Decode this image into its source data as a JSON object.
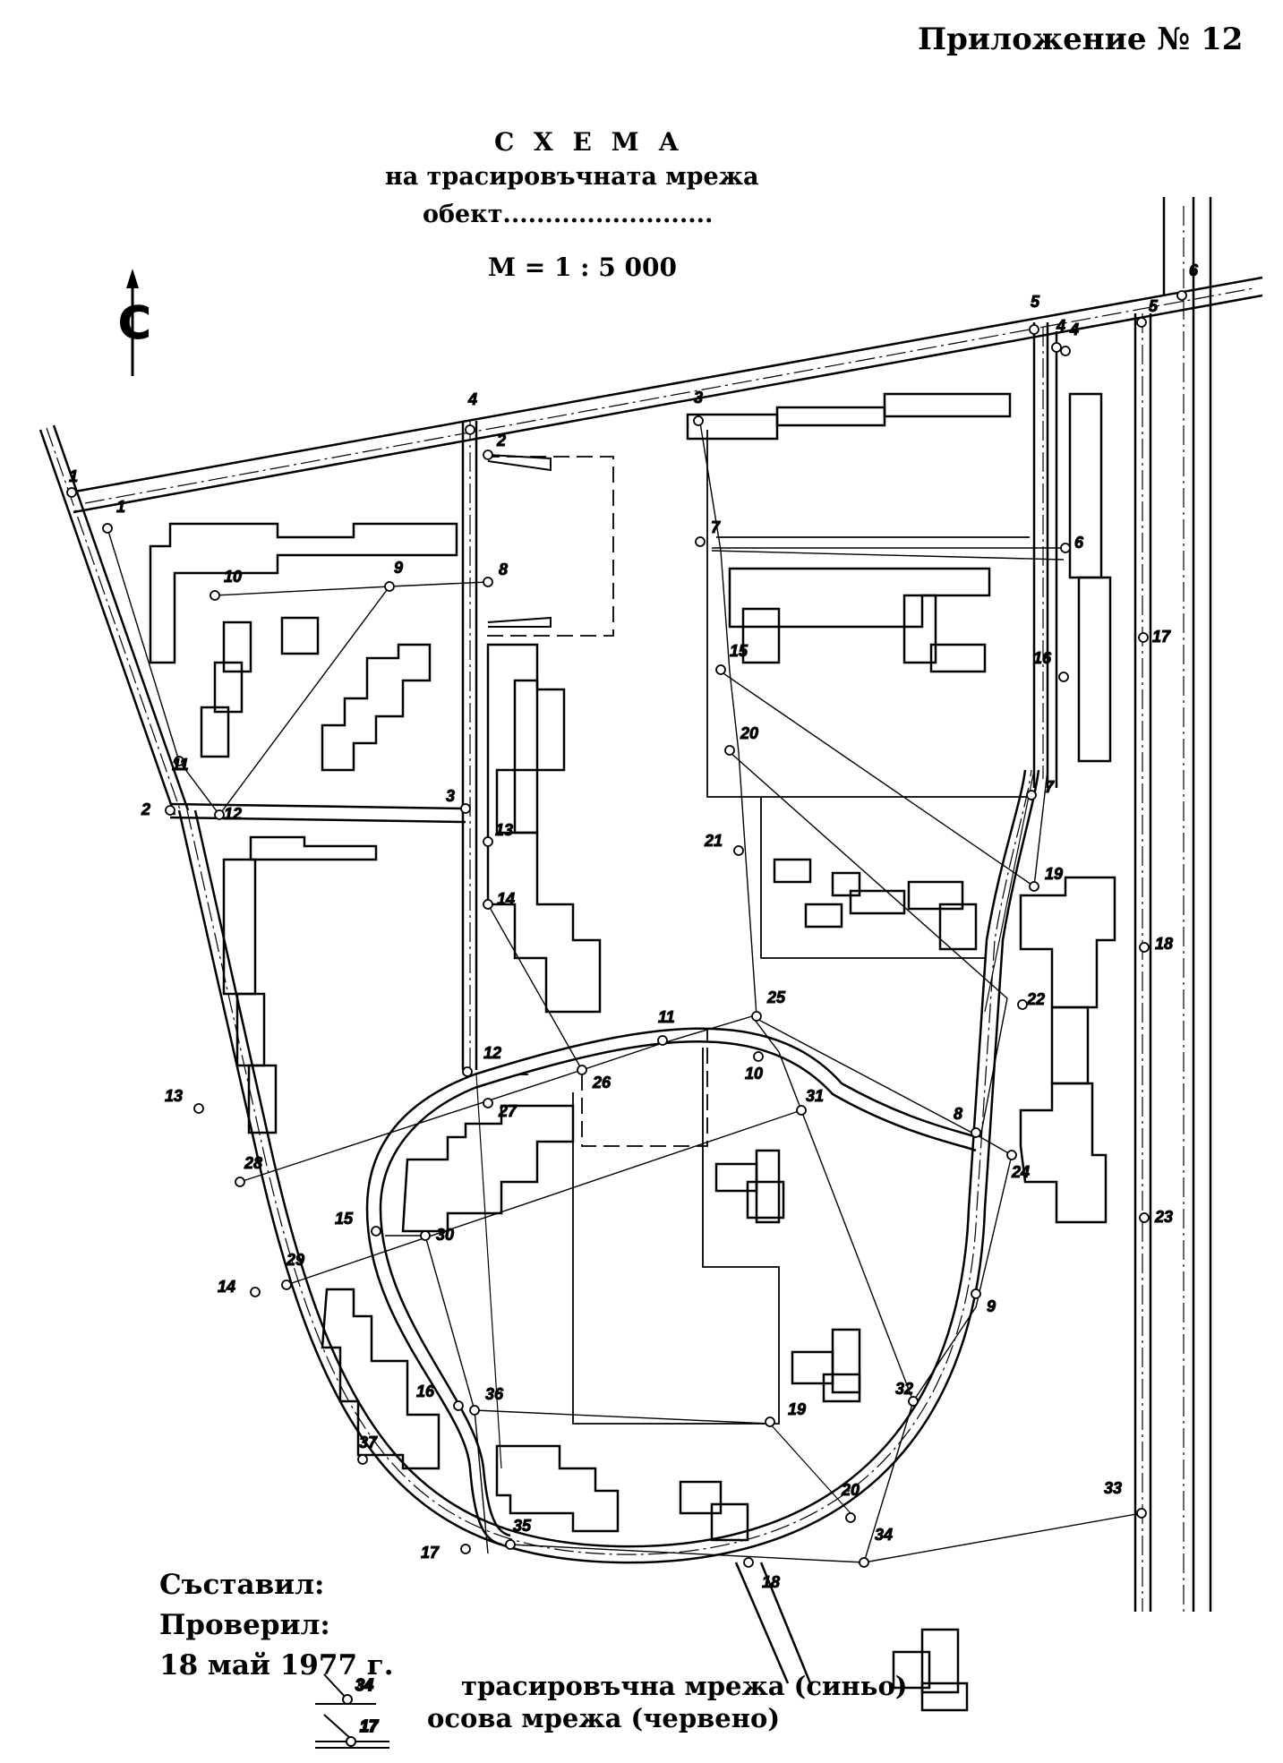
{
  "header": {
    "appendix": "Приложение № 12",
    "title": "С Х Е М А",
    "subtitle": "на трасировъчната мрежа",
    "object_line": "обект.........................",
    "scale": "М = 1 : 5 000"
  },
  "signatures": {
    "compiled": "Съставил:",
    "checked": "Проверил:",
    "date": "18 май 1977 г."
  },
  "legend": [
    {
      "sample_number": "34",
      "label": "трасировъчна мрежа (синьо)"
    },
    {
      "sample_number": "17",
      "label": "осова мрежа (червено)"
    }
  ],
  "north_arrow": {
    "icon": "north-arrow-icon",
    "letter": "С"
  },
  "colors": {
    "ink": "#000000",
    "paper": "#ffffff"
  },
  "map": {
    "axis_points": [
      {
        "id": "1",
        "label": "1"
      },
      {
        "id": "2",
        "label": "2"
      },
      {
        "id": "3",
        "label": "3"
      },
      {
        "id": "4",
        "label": "4"
      },
      {
        "id": "5",
        "label": "5"
      },
      {
        "id": "6",
        "label": "6"
      },
      {
        "id": "7",
        "label": "7"
      },
      {
        "id": "8",
        "label": "8"
      },
      {
        "id": "9",
        "label": "9"
      },
      {
        "id": "10",
        "label": "10"
      },
      {
        "id": "11",
        "label": "11"
      },
      {
        "id": "12",
        "label": "12"
      },
      {
        "id": "13",
        "label": "13"
      },
      {
        "id": "14",
        "label": "14"
      },
      {
        "id": "15",
        "label": "15"
      },
      {
        "id": "16",
        "label": "16"
      },
      {
        "id": "17",
        "label": "17"
      },
      {
        "id": "18",
        "label": "18"
      },
      {
        "id": "19",
        "label": "19"
      },
      {
        "id": "20",
        "label": "20"
      },
      {
        "id": "21",
        "label": "4"
      },
      {
        "id": "22",
        "label": "5"
      },
      {
        "id": "23",
        "label": "17"
      },
      {
        "id": "24",
        "label": "18"
      },
      {
        "id": "25",
        "label": "23"
      }
    ],
    "trace_points": [
      {
        "id": "1",
        "label": "1"
      },
      {
        "id": "2",
        "label": "2"
      },
      {
        "id": "3",
        "label": "3"
      },
      {
        "id": "4",
        "label": "4"
      },
      {
        "id": "6",
        "label": "6"
      },
      {
        "id": "7",
        "label": "7"
      },
      {
        "id": "8",
        "label": "8"
      },
      {
        "id": "9",
        "label": "9"
      },
      {
        "id": "10",
        "label": "10"
      },
      {
        "id": "11",
        "label": "11"
      },
      {
        "id": "12",
        "label": "12"
      },
      {
        "id": "13",
        "label": "13"
      },
      {
        "id": "14",
        "label": "14"
      },
      {
        "id": "15",
        "label": "15"
      },
      {
        "id": "16",
        "label": "16"
      },
      {
        "id": "19",
        "label": "19"
      },
      {
        "id": "20",
        "label": "20"
      },
      {
        "id": "21",
        "label": "21"
      },
      {
        "id": "22",
        "label": "22"
      },
      {
        "id": "24",
        "label": "24"
      },
      {
        "id": "25",
        "label": "25"
      },
      {
        "id": "26",
        "label": "26"
      },
      {
        "id": "27",
        "label": "27"
      },
      {
        "id": "28",
        "label": "28"
      },
      {
        "id": "29",
        "label": "29"
      },
      {
        "id": "30",
        "label": "30"
      },
      {
        "id": "31",
        "label": "31"
      },
      {
        "id": "32",
        "label": "32"
      },
      {
        "id": "33",
        "label": "33"
      },
      {
        "id": "34",
        "label": "34"
      },
      {
        "id": "35",
        "label": "35"
      },
      {
        "id": "36",
        "label": "36"
      },
      {
        "id": "37",
        "label": "37"
      }
    ]
  }
}
